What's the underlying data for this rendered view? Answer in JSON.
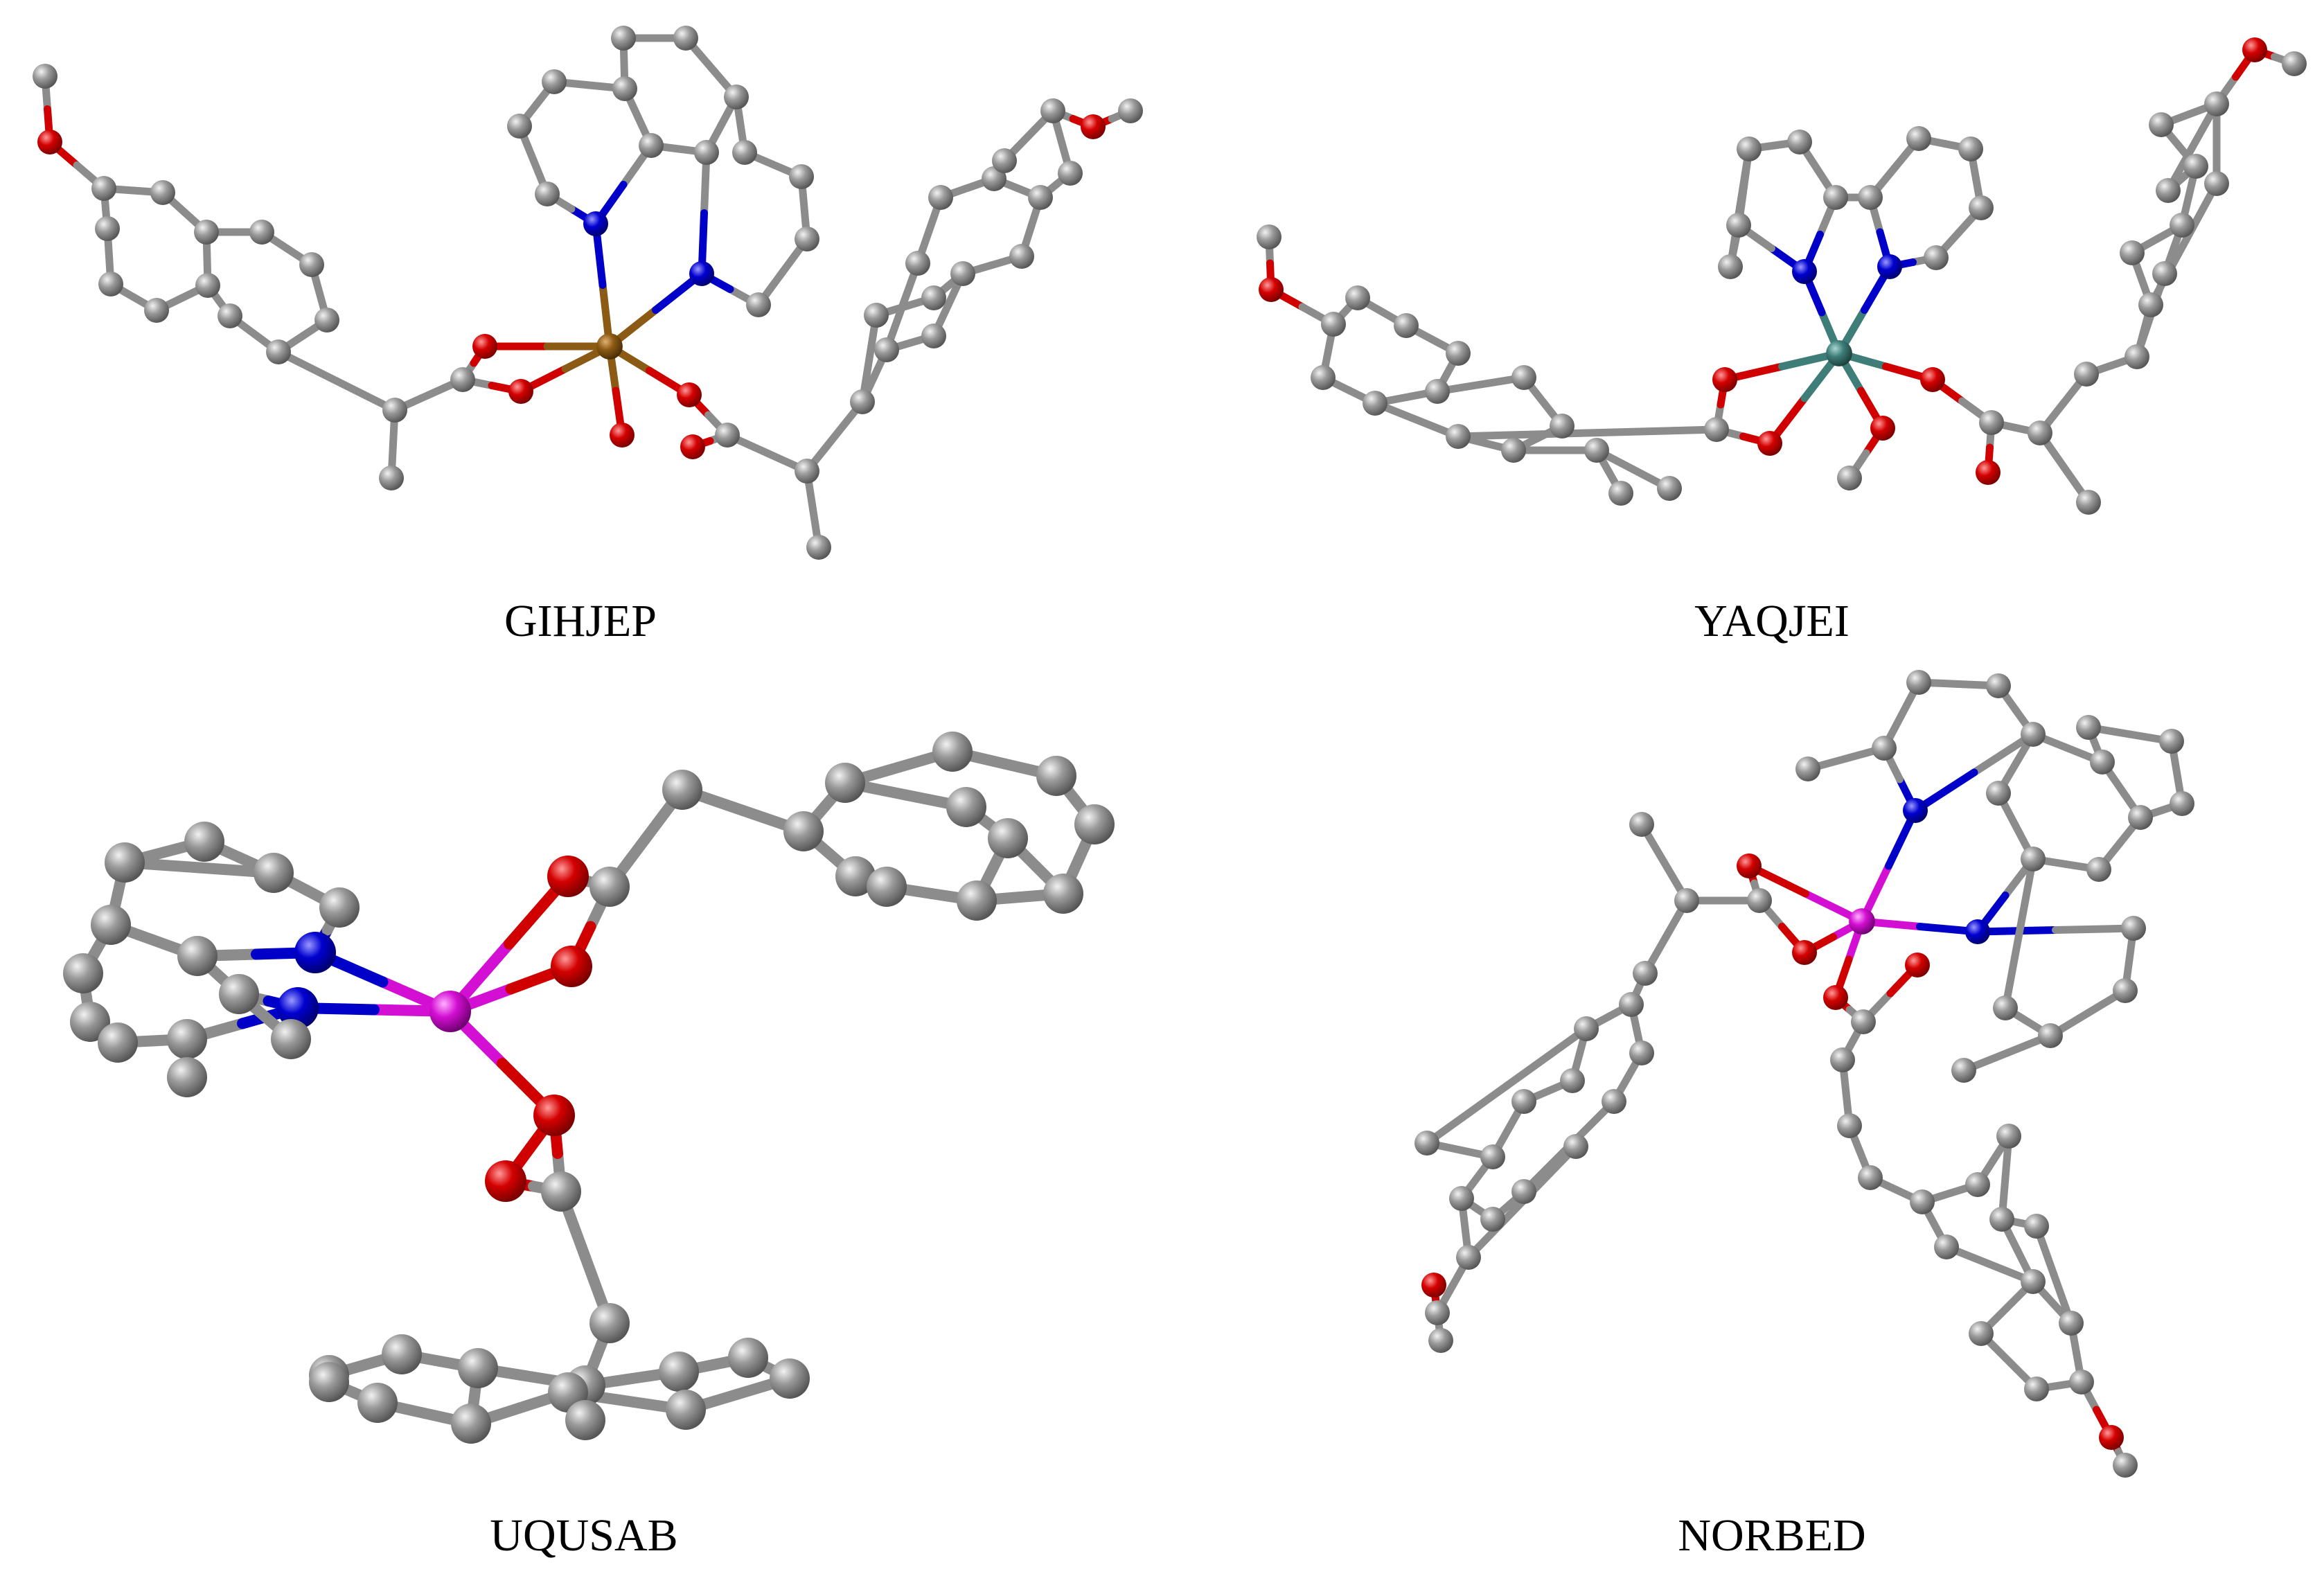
{
  "figure": {
    "panels": [
      {
        "id": "gihjep",
        "label": "GIHJEP",
        "metal_color": "#8B5A14"
      },
      {
        "id": "yaqjei",
        "label": "YAQJEI",
        "metal_color": "#3E7D78"
      },
      {
        "id": "uqusab",
        "label": "UQUSAB",
        "metal_color": "#D40FD4"
      },
      {
        "id": "norbed",
        "label": "NORBED",
        "metal_color": "#D40FD4"
      }
    ],
    "atom_colors": {
      "carbon": "#8C8C8C",
      "oxygen": "#D00000",
      "nitrogen": "#0000C8"
    }
  }
}
